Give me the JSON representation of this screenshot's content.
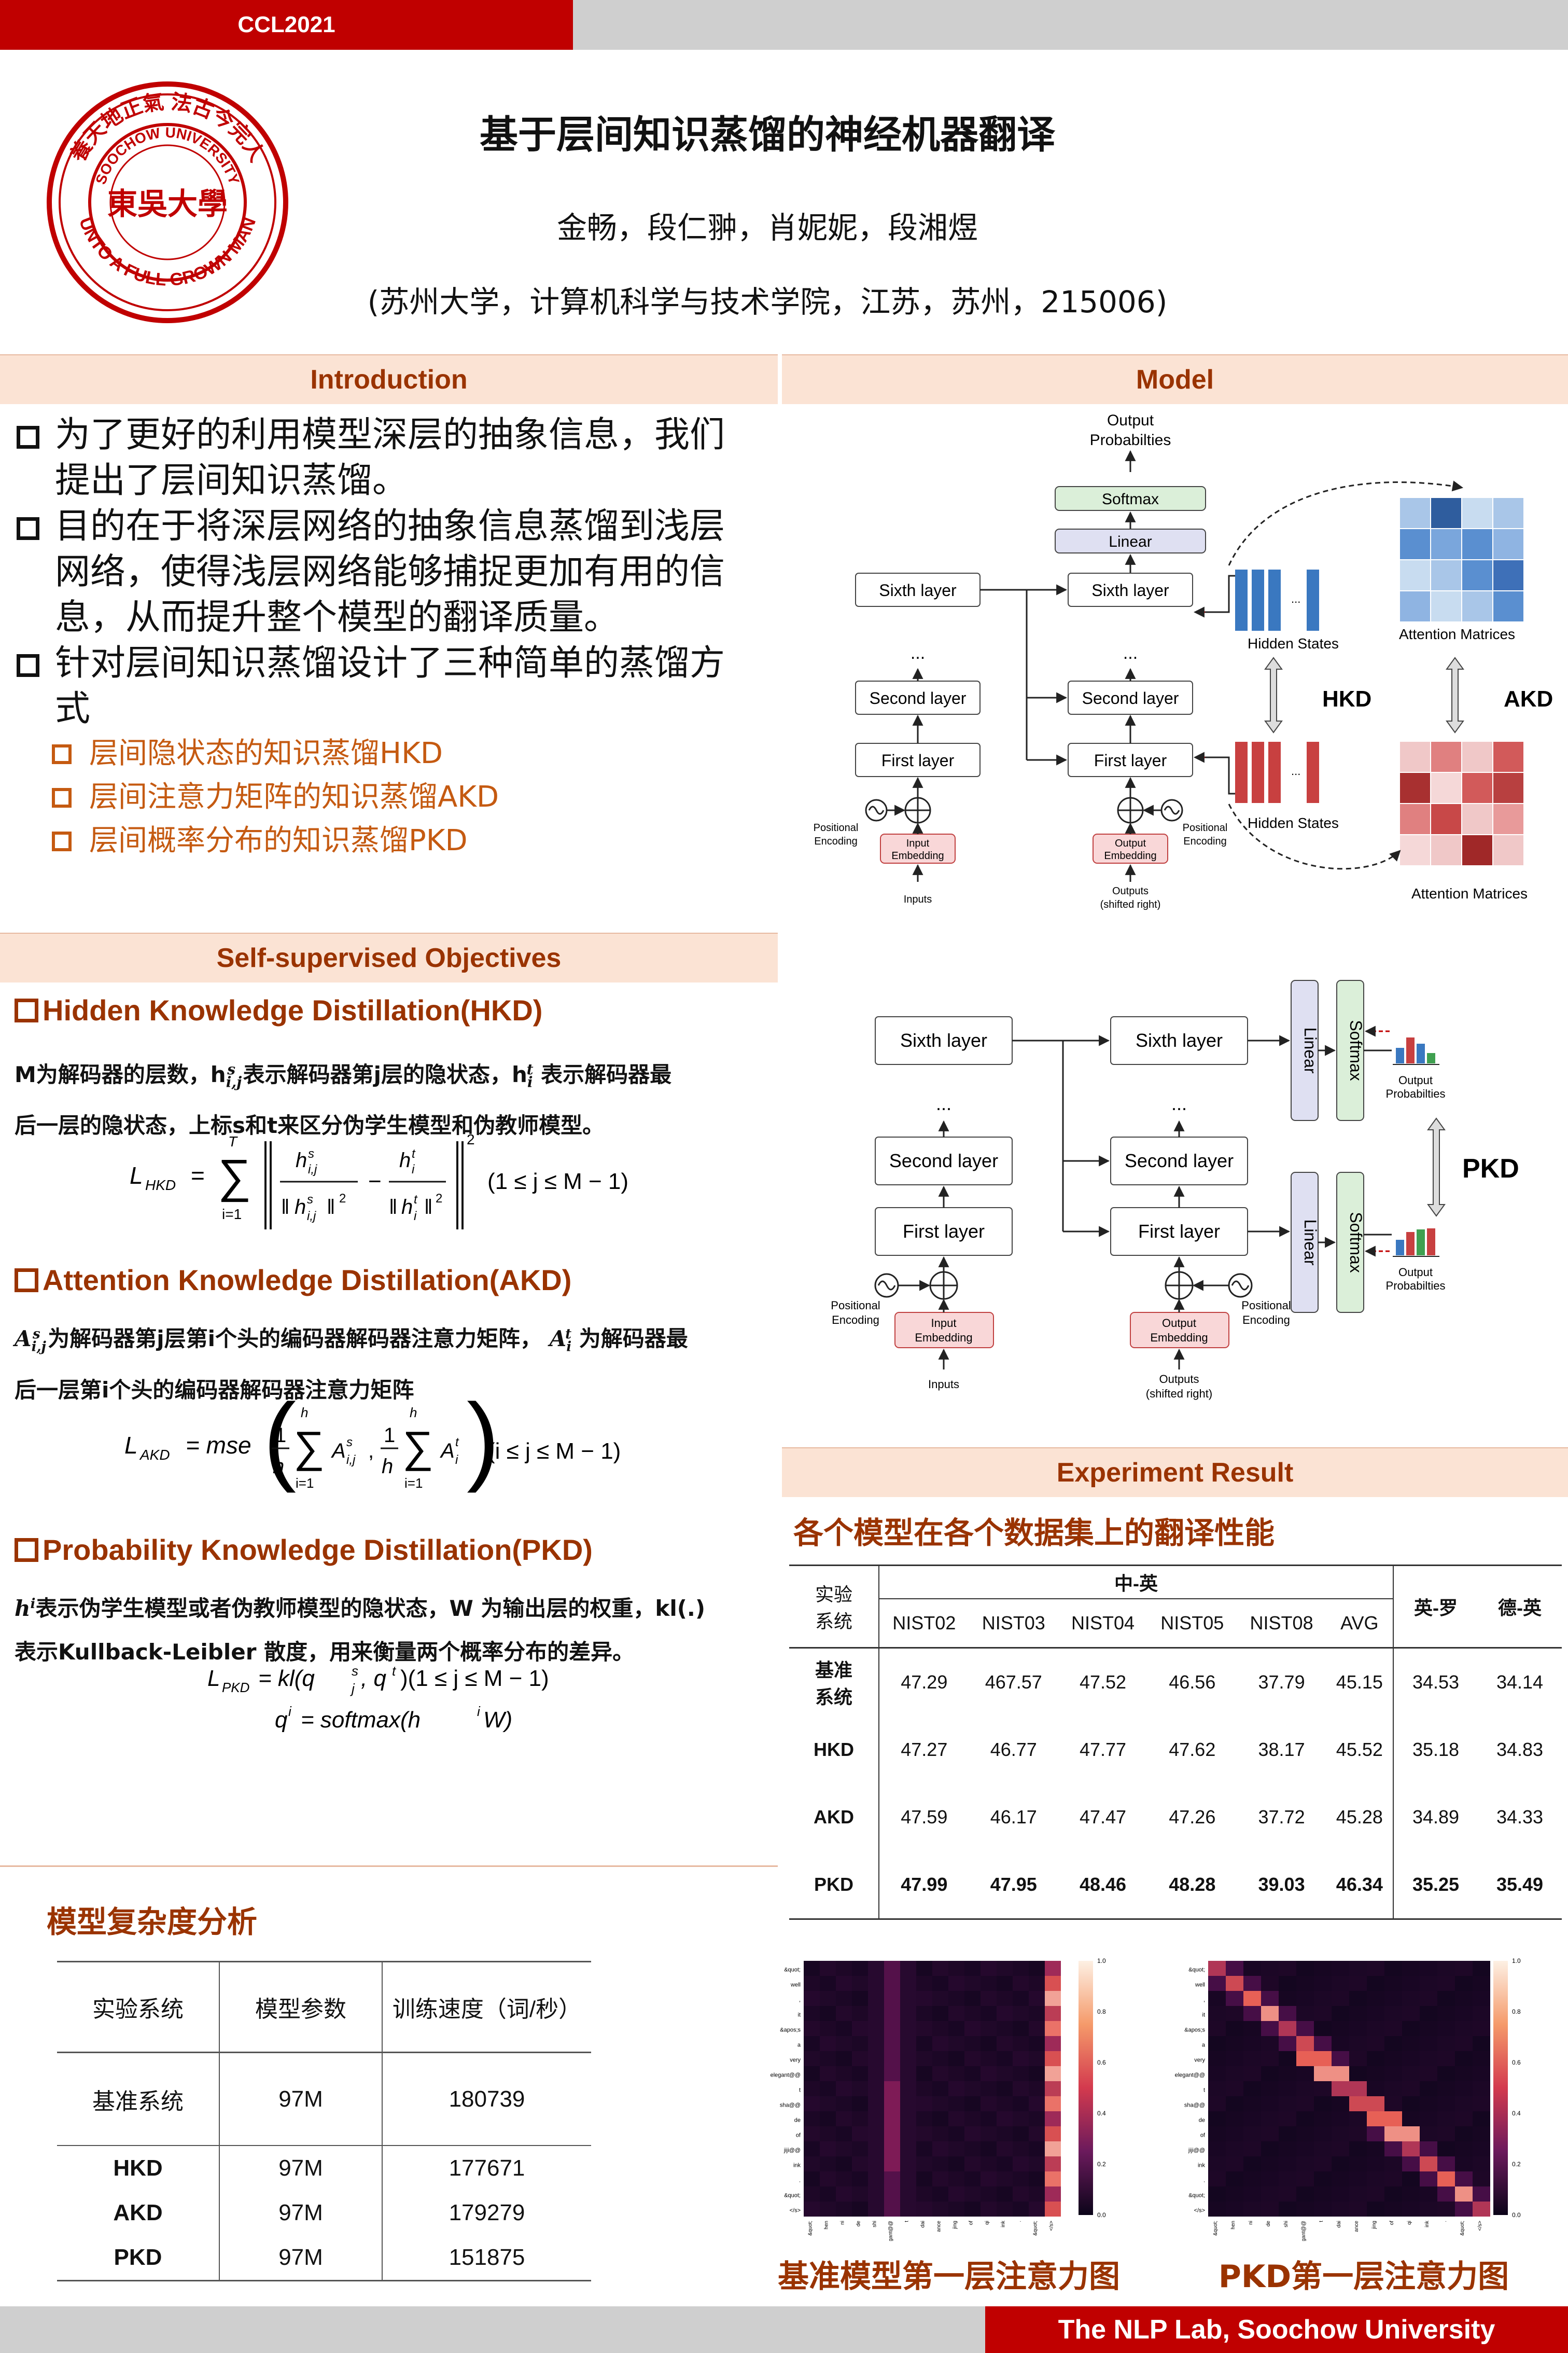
{
  "header": {
    "conference": "CCL2021"
  },
  "title": "基于层间知识蒸馏的神经机器翻译",
  "authors": "金畅，段仁翀，肖妮妮，段湘煜",
  "affiliation": "(苏州大学，计算机科学与技术学院，江苏，苏州，215006)",
  "logo": {
    "ring_text": "SOOCHOW UNIVERSITY",
    "motto": "UNTO A FULL GROWN MAN",
    "inner": "養天地正氣 法古今完人",
    "seal": "東吳大學"
  },
  "sections": {
    "introduction": "Introduction",
    "model": "Model",
    "objectives": "Self-supervised Objectives",
    "experiment": "Experiment Result"
  },
  "intro": {
    "items": [
      {
        "lines": [
          "为了更好的利用模型深层的抽象信息，我们",
          "提出了层间知识蒸馏。"
        ]
      },
      {
        "lines": [
          "目的在于将深层网络的抽象信息蒸馏到浅层",
          "网络，使得浅层网络能够捕捉更加有用的信",
          "息，从而提升整个模型的翻译质量。"
        ]
      },
      {
        "lines": [
          "针对层间知识蒸馏设计了三种简单的蒸馏方",
          "式"
        ]
      }
    ],
    "sub_items": [
      "层间隐状态的知识蒸馏HKD",
      "层间注意力矩阵的知识蒸馏AKD",
      "层间概率分布的知识蒸馏PKD"
    ]
  },
  "objectives": {
    "hkd": {
      "heading": "Hidden Knowledge Distillation(HKD)",
      "line1": "M为解码器的层数，h",
      "line1b": "表示解码器第j层的隐状态，h",
      "line1c": "表示解码器最",
      "line2": "后一层的隐状态，上标s和t来区分伪学生模型和伪教师模型。",
      "formula_lhs": "L",
      "formula_lhs_sub": "HKD",
      "formula_range": "(1 ≤ j ≤ M − 1)"
    },
    "akd": {
      "heading": "Attention Knowledge Distillation(AKD)",
      "line1a": "为解码器第j层第i个头的编码器解码器注意力矩阵，",
      "line1b": "为解码器最",
      "line2": "后一层第i个头的编码器解码器注意力矩阵",
      "formula_lhs": "L",
      "formula_lhs_sub": "AKD",
      "formula_mse": "= mse",
      "formula_range": "(i ≤ j ≤ M − 1)"
    },
    "pkd": {
      "heading": "Probability Knowledge Distillation(PKD)",
      "line1a": "表示伪学生模型或者伪教师模型的隐状态，W 为输出层的权重，kl(.)",
      "line2": "表示Kullback-Leibler 散度，用来衡量两个概率分布的差异。",
      "formula1": "= kl(q",
      "formula1b": ", q",
      "formula1c": ")(1 ≤ j ≤ M − 1)",
      "formula2": "= softmax(h",
      "formula2b": "W)"
    }
  },
  "model": {
    "fig1": {
      "left_layers": [
        "Sixth layer",
        "Second layer",
        "First layer"
      ],
      "right_layers": [
        "Sixth layer",
        "Second layer",
        "First layer"
      ],
      "linear": "Linear",
      "softmax": "Softmax",
      "output_prob": [
        "Output",
        "Probabilties"
      ],
      "input_embedding": [
        "Input",
        "Embedding"
      ],
      "output_embedding": [
        "Output",
        "Embedding"
      ],
      "pos_enc": [
        "Positional",
        "Encoding"
      ],
      "inputs": "Inputs",
      "outputs": [
        "Outputs",
        "(shifted right)"
      ],
      "hidden_states": "Hidden States",
      "attention_matrices": "Attention Matrices",
      "hkd": "HKD",
      "akd": "AKD",
      "dots": "..."
    },
    "fig2": {
      "left_layers": [
        "Sixth layer",
        "Second layer",
        "First layer"
      ],
      "right_layers": [
        "Sixth layer",
        "Second layer",
        "First layer"
      ],
      "linear": "Linear",
      "softmax": "Softmax",
      "output_prob": [
        "Output",
        "Probabilties"
      ],
      "input_embedding": [
        "Input",
        "Embedding"
      ],
      "output_embedding": [
        "Output",
        "Embedding"
      ],
      "pos_enc": [
        "Positional",
        "Encoding"
      ],
      "inputs": "Inputs",
      "outputs": [
        "Outputs",
        "(shifted right)"
      ],
      "pkd": "PKD",
      "dots": "..."
    }
  },
  "results": {
    "heading": "各个模型在各个数据集上的翻译性能",
    "col_system": [
      "实验",
      "系统"
    ],
    "group_zh_en": "中-英",
    "col_en_ro": "英-罗",
    "col_de_en": "德-英",
    "sub_cols": [
      "NIST02",
      "NIST03",
      "NIST04",
      "NIST05",
      "NIST08",
      "AVG"
    ],
    "rows": [
      {
        "name": [
          "基准",
          "系统"
        ],
        "values": [
          "47.29",
          "467.57",
          "47.52",
          "46.56",
          "37.79",
          "45.15",
          "34.53",
          "34.14"
        ]
      },
      {
        "name": [
          "HKD"
        ],
        "values": [
          "47.27",
          "46.77",
          "47.77",
          "47.62",
          "38.17",
          "45.52",
          "35.18",
          "34.83"
        ]
      },
      {
        "name": [
          "AKD"
        ],
        "values": [
          "47.59",
          "46.17",
          "47.47",
          "47.26",
          "37.72",
          "45.28",
          "34.89",
          "34.33"
        ]
      },
      {
        "name": [
          "PKD"
        ],
        "values": [
          "47.99",
          "47.95",
          "48.46",
          "48.28",
          "39.03",
          "46.34",
          "35.25",
          "35.49"
        ],
        "bold": true
      }
    ]
  },
  "complexity": {
    "heading": "模型复杂度分析",
    "headers": [
      "实验系统",
      "模型参数",
      "训练速度（词/秒）"
    ],
    "rows": [
      [
        "基准系统",
        "97M",
        "180739"
      ],
      [
        "HKD",
        "97M",
        "177671"
      ],
      [
        "AKD",
        "97M",
        "179279"
      ],
      [
        "PKD",
        "97M",
        "151875"
      ]
    ]
  },
  "heatmaps": {
    "caption_left": "基准模型第一层注意力图",
    "caption_right": "PKD第一层注意力图",
    "colorbar_ticks": [
      "1.0",
      "0.8",
      "0.6",
      "0.4",
      "0.2",
      "0.0"
    ],
    "y_tokens": [
      "&quot;",
      "well",
      ",",
      "it",
      "&apos;s",
      "a",
      "very",
      "elegant@@",
      "t",
      "sha@@",
      "de",
      "of",
      "jiji@@",
      "ink",
      ".",
      "&quot;",
      "</s>"
    ],
    "x_tokens": [
      "&quot;",
      "hen",
      "ni",
      "de",
      "shi",
      "elegant@@",
      "t",
      "dai",
      "ance",
      "jing",
      "of",
      "qi",
      "ink",
      ".",
      "&quot;",
      "</s>"
    ]
  },
  "footer": "The NLP Lab, Soochow University",
  "colors": {
    "accent_red": "#c00000",
    "section_bg": "#fbe3d4",
    "section_text": "#9a3300",
    "orange": "#c55a11"
  }
}
